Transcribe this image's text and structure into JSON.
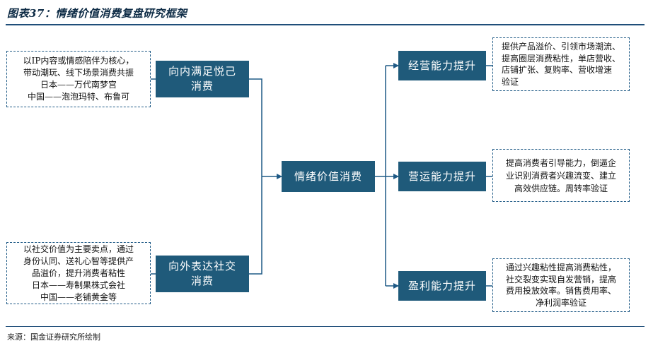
{
  "header": {
    "title": "图表37：情绪价值消费复盘研究框架"
  },
  "left": {
    "top_desc": "以IP内容或情感陪伴为核心，\n带动潮玩、线下场景消费共振\n日本——万代南梦宫\n中国——泡泡玛特、布鲁可",
    "top_node": "向内满足悦己\n消费",
    "bottom_desc": "以社交价值为主要卖点，通过\n身份认同、送礼心智等提供产\n品溢价，提升消费者粘性\n日本——寿制果株式会社\n中国——老铺黄金等",
    "bottom_node": "向外表达社交\n消费"
  },
  "center": {
    "node": "情绪价值消费"
  },
  "right": {
    "top_node": "经营能力提升",
    "top_desc": "提供产品溢价、引领市场潮流、\n提高圈层消费粘性，单店营收、\n店铺扩张、复购率、营收增速\n验证",
    "mid_node": "营运能力提升",
    "mid_desc": "提高消费者引导能力，倒逼企\n业识别消费者兴趣流变、建立\n高效供应链。周转率验证",
    "bottom_node": "盈利能力提升",
    "bottom_desc": "通过兴趣粘性提高消费粘性，\n社交裂变实现自发营销，提高\n费用投放效率。销售费用率、\n净利润率验证"
  },
  "footer": {
    "source": "来源：国金证券研究所绘制"
  },
  "colors": {
    "node_fill": "#1f5a7a",
    "line": "#1f5a86",
    "rule": "#1f4e79"
  }
}
